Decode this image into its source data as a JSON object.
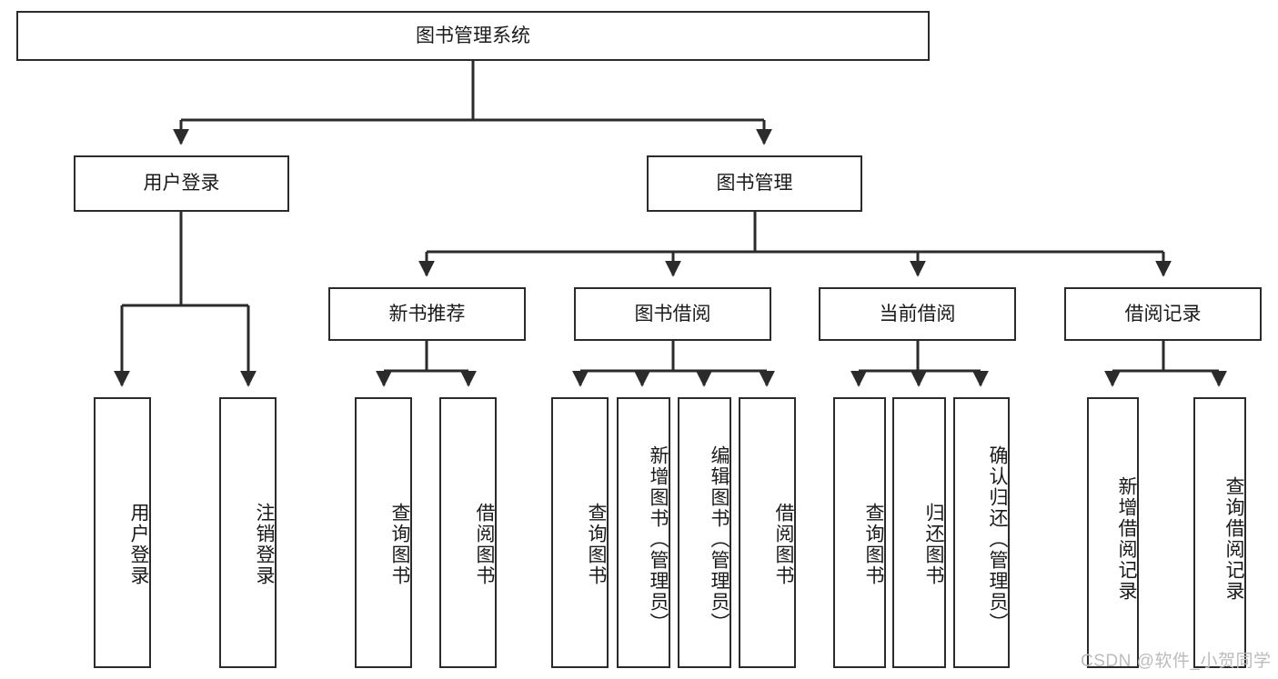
{
  "diagram": {
    "title": "图书管理系统",
    "type": "hierarchy-tree",
    "root": {
      "label": "图书管理系统"
    },
    "level2": [
      {
        "label": "用户登录"
      },
      {
        "label": "图书管理"
      }
    ],
    "level3": [
      {
        "label": "新书推荐"
      },
      {
        "label": "图书借阅"
      },
      {
        "label": "当前借阅"
      },
      {
        "label": "借阅记录"
      }
    ],
    "leaves": {
      "user_login": [
        {
          "label": "用户登录"
        },
        {
          "label": "注销登录"
        }
      ],
      "new_book_recommend": [
        {
          "label": "查询图书"
        },
        {
          "label": "借阅图书"
        }
      ],
      "book_borrow": [
        {
          "label": "查询图书"
        },
        {
          "label": "新增图书（管理员）"
        },
        {
          "label": "编辑图书（管理员）"
        },
        {
          "label": "借阅图书"
        }
      ],
      "current_borrow": [
        {
          "label": "查询图书"
        },
        {
          "label": "归还图书"
        },
        {
          "label": "确认归还（管理员）"
        }
      ],
      "borrow_record": [
        {
          "label": "新增借阅记录"
        },
        {
          "label": "查询借阅记录"
        }
      ]
    }
  },
  "watermark": {
    "text": "CSDN @软件_小贺同学"
  },
  "colors": {
    "stroke": "#2b2b2b",
    "background": "#ffffff",
    "text": "#1a1a1a",
    "watermark": "#bcbcbc"
  }
}
